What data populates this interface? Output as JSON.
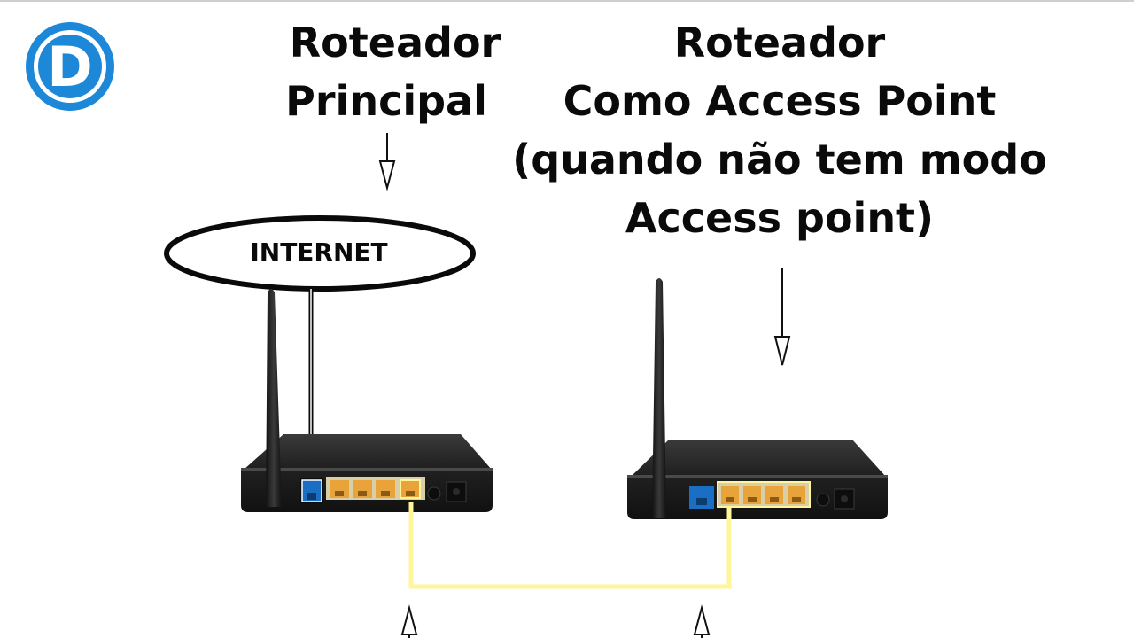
{
  "logo": {
    "letter": "D",
    "color": "#1e88d8"
  },
  "left_router": {
    "title_line1": "Roteador",
    "title_line2": "Principal"
  },
  "right_router": {
    "title_line1": "Roteador",
    "title_line2": "Como Access Point",
    "title_line3": "(quando não tem modo",
    "title_line4": "Access point)"
  },
  "internet": {
    "label": "INTERNET"
  },
  "colors": {
    "text": "#0a0a0a",
    "cable": "#fff59a",
    "lan_port": "#e8a43a",
    "wan_port": "#1a6fc4",
    "router_body": "#2b2b2b"
  }
}
